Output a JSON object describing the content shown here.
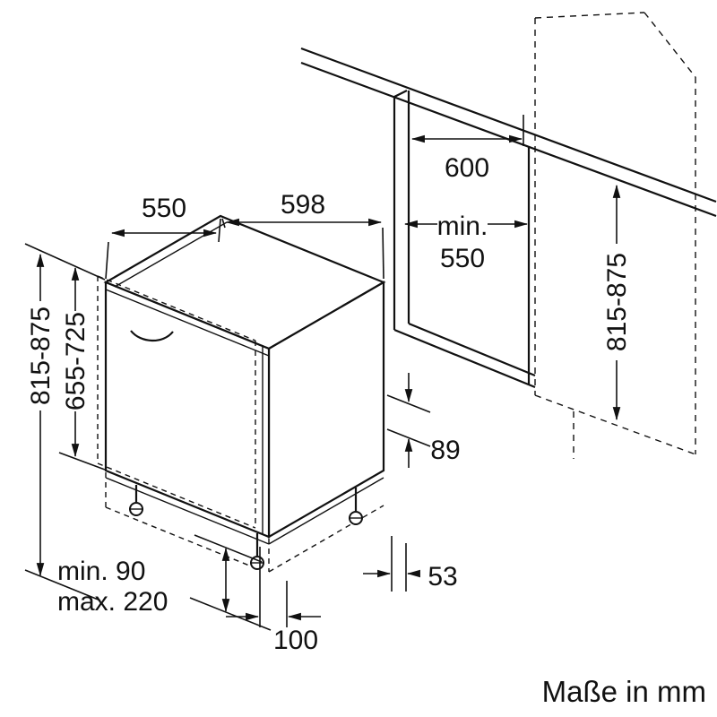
{
  "meta": {
    "line_color": "#111111",
    "background_color": "#ffffff",
    "drawing_type": "dishwasher built-in installation dimension drawing"
  },
  "labels": {
    "top_depth": "550",
    "front_width": "598",
    "niche_width": "600",
    "niche_min_label": "min.",
    "niche_min_value": "550",
    "height_left": "815-875",
    "door_height": "655-725",
    "niche_height": "815-875",
    "dim_89": "89",
    "dim_53": "53",
    "dim_100": "100",
    "plinth_min": "min. 90",
    "plinth_max": "max. 220",
    "footer": "Maße in mm"
  }
}
